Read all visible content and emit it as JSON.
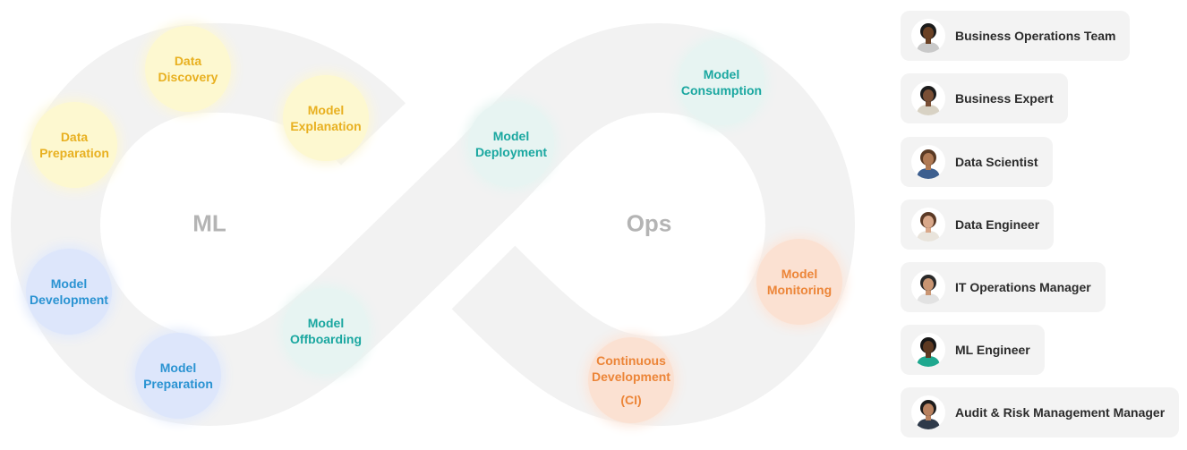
{
  "loop": {
    "left_label": "ML",
    "right_label": "Ops",
    "track_color": "#f2f2f2",
    "stages": [
      {
        "id": "data-discovery",
        "color": "yellow",
        "lines": [
          "Data",
          "Discovery"
        ]
      },
      {
        "id": "data-preparation",
        "color": "yellow",
        "lines": [
          "Data",
          "Preparation"
        ]
      },
      {
        "id": "model-explanation",
        "color": "yellow",
        "lines": [
          "Model",
          "Explanation"
        ]
      },
      {
        "id": "model-development",
        "color": "blue",
        "lines": [
          "Model",
          "Development"
        ]
      },
      {
        "id": "model-preparation",
        "color": "blue",
        "lines": [
          "Model",
          "Preparation"
        ]
      },
      {
        "id": "model-offboarding",
        "color": "teal",
        "lines": [
          "Model",
          "Offboarding"
        ]
      },
      {
        "id": "model-deployment",
        "color": "teal",
        "lines": [
          "Model",
          "Deployment"
        ]
      },
      {
        "id": "model-consumption",
        "color": "teal",
        "lines": [
          "Model",
          "Consumption"
        ]
      },
      {
        "id": "model-monitoring",
        "color": "orange",
        "lines": [
          "Model",
          "Monitoring"
        ]
      },
      {
        "id": "continuous-development",
        "color": "orange",
        "lines": [
          "Continuous",
          "Development",
          "(CI)"
        ]
      }
    ]
  },
  "colors": {
    "yellow": "#e8b020",
    "teal": "#1aa7a0",
    "blue": "#2a93d2",
    "orange": "#ec8538"
  },
  "roles": [
    {
      "name": "Business Operations Team",
      "avatar": "person-avatar-icon",
      "skin": "#6b4226",
      "hair": "#1c1c1c",
      "shirt": "#c9c9c9"
    },
    {
      "name": "Business Expert",
      "avatar": "person-avatar-icon",
      "skin": "#7a4f35",
      "hair": "#1c1c1c",
      "shirt": "#d8d2c4"
    },
    {
      "name": "Data Scientist",
      "avatar": "person-avatar-icon",
      "skin": "#b07a55",
      "hair": "#5a3a24",
      "shirt": "#3d5f8f"
    },
    {
      "name": "Data Engineer",
      "avatar": "person-avatar-icon",
      "skin": "#d9a88a",
      "hair": "#5b3a26",
      "shirt": "#e9e4dc"
    },
    {
      "name": "IT Operations Manager",
      "avatar": "person-avatar-icon",
      "skin": "#c99572",
      "hair": "#2a2a2a",
      "shirt": "#e2e2e2"
    },
    {
      "name": "ML Engineer",
      "avatar": "person-avatar-icon",
      "skin": "#5e3a22",
      "hair": "#161616",
      "shirt": "#1fa88f"
    },
    {
      "name": "Audit & Risk Management Manager",
      "avatar": "person-avatar-icon",
      "skin": "#b98260",
      "hair": "#1c1c1c",
      "shirt": "#2f3a4a"
    }
  ]
}
